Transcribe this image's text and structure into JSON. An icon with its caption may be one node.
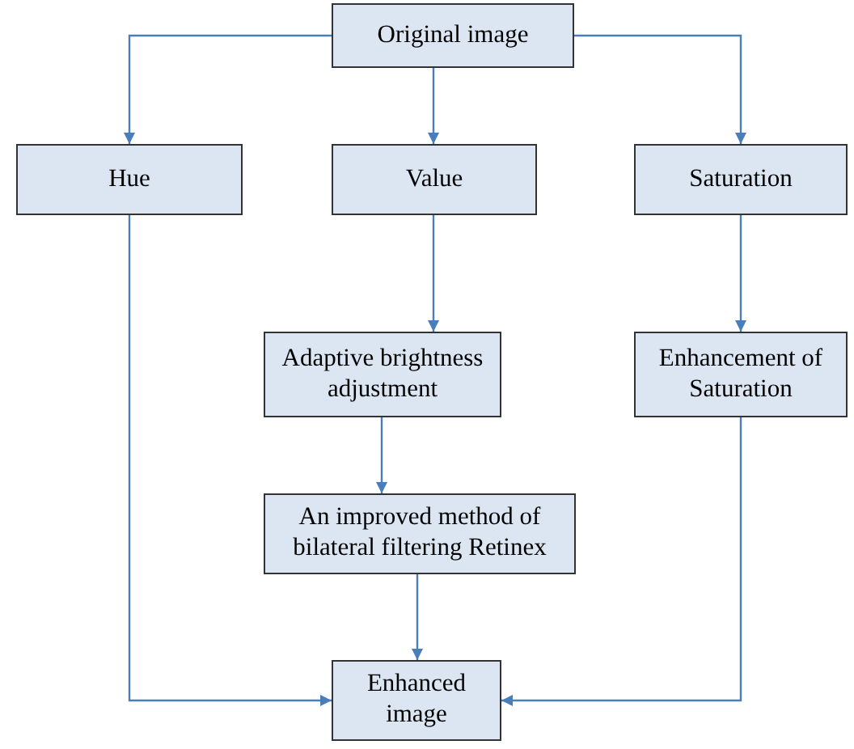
{
  "diagram": {
    "nodes": [
      {
        "text": [
          "Original image"
        ]
      },
      {
        "text": [
          "Hue"
        ]
      },
      {
        "text": [
          "Value"
        ]
      },
      {
        "text": [
          "Saturation"
        ]
      },
      {
        "text": [
          "Adaptive brightness adjustment"
        ]
      },
      {
        "text": [
          "Enhancement of Saturation"
        ]
      },
      {
        "text": [
          "An improved method of bilateral filtering Retinex"
        ]
      },
      {
        "text": [
          "Enhanced image"
        ]
      }
    ],
    "edges": [
      {
        "from": 0,
        "to": 1,
        "arrow": "to"
      },
      {
        "from": 0,
        "to": 2,
        "arrow": "to"
      },
      {
        "from": 0,
        "to": 3,
        "arrow": "to"
      },
      {
        "from": 1,
        "to": 7,
        "arrow": "to"
      },
      {
        "from": 2,
        "to": 4,
        "arrow": "to"
      },
      {
        "from": 3,
        "to": 5,
        "arrow": "to"
      },
      {
        "from": 4,
        "to": 6,
        "arrow": "to"
      },
      {
        "from": 6,
        "to": 7,
        "arrow": "to"
      },
      {
        "from": 5,
        "to": 7,
        "arrow": "to"
      }
    ]
  }
}
